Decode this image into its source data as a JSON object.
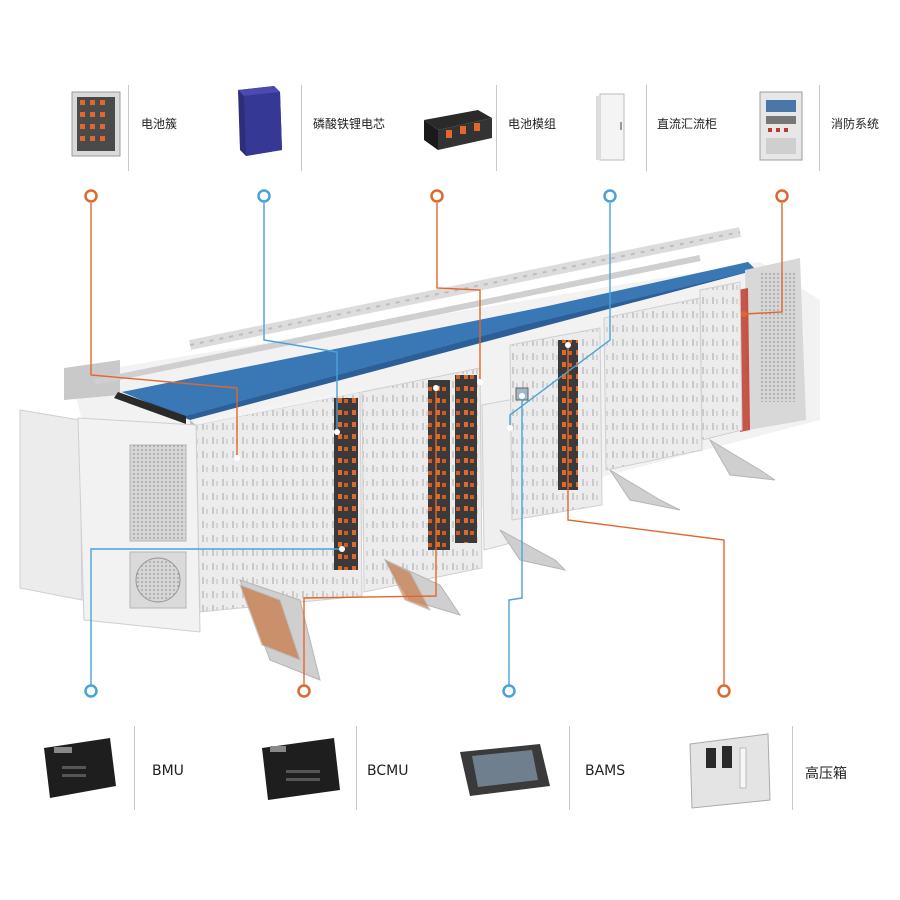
{
  "top_components": [
    {
      "label": "电池簇",
      "icon": "battery-rack-icon"
    },
    {
      "label": "磷酸铁锂电芯",
      "icon": "lfp-cell-icon"
    },
    {
      "label": "电池模组",
      "icon": "battery-module-icon"
    },
    {
      "label": "直流汇流柜",
      "icon": "dc-combiner-cabinet-icon"
    },
    {
      "label": "消防系统",
      "icon": "fire-protection-system-icon"
    }
  ],
  "bottom_components": [
    {
      "label": "BMU",
      "icon": "bmu-board-icon"
    },
    {
      "label": "BCMU",
      "icon": "bcmu-board-icon"
    },
    {
      "label": "BAMS",
      "icon": "bams-touchscreen-icon"
    },
    {
      "label": "高压箱",
      "icon": "high-voltage-box-icon"
    }
  ],
  "colors": {
    "orange": "#e0682c",
    "blue": "#4aa3d6",
    "roof": "#3a78b5",
    "cabinet": "#e6e6e6"
  }
}
